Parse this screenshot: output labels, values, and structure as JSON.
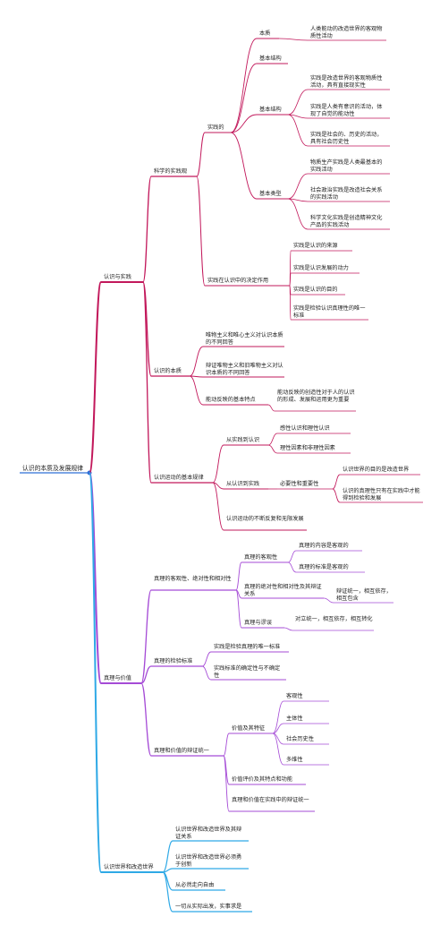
{
  "colors": {
    "red": "#c2185b",
    "purple": "#a54bd6",
    "blue": "#2fa9e6",
    "root": "#2f6fd6"
  },
  "root": "认识的本质及发展规律",
  "b1": {
    "label": "认识与实践",
    "c1": {
      "label": "科学的实践观",
      "d1": {
        "label": "实践的",
        "e1": {
          "label": "本质",
          "note": "人类能动的改造世界的客观物质性活动"
        },
        "e2": {
          "label": "基本结构"
        },
        "e3": {
          "label": "基本结构",
          "items": [
            "实践是改造世界的客观物质性活动，具有直接现实性",
            "实践是人类有意识的活动，体现了自觉的能动性",
            "实践是社会的、历史的活动，具有社会历史性"
          ]
        },
        "e4": {
          "label": "基本类型",
          "items": [
            "物质生产实践是人类最基本的实践活动",
            "社会政治实践是改造社会关系的实践活动",
            "科学文化实践是创造精神文化产品的实践活动"
          ]
        }
      },
      "d2": {
        "label": "实践在认识中的决定作用",
        "items": [
          "实践是认识的来源",
          "实践是认识发展的动力",
          "实践是认识的目的",
          "实践是检验认识真理性的唯一标准"
        ]
      }
    },
    "c2": {
      "label": "认识的本质",
      "items": [
        "唯物主义和唯心主义对认识本质的不同回答",
        "辩证唯物主义和旧唯物主义对认识本质的不同回答"
      ],
      "d3": {
        "label": "能动反映的基本特点",
        "note": "能动反映的创造性对于人的认识的形成、发展和运用更为重要"
      }
    },
    "c3": {
      "label": "认识运动的基本规律",
      "d4": {
        "label": "从实践到认识",
        "items": [
          "感性认识和理性认识",
          "理性因素和非理性因素"
        ]
      },
      "d5": {
        "label": "从认识到实践",
        "e5": {
          "label": "必要性和重要性",
          "items": [
            "认识世界的目的是改造世界",
            "认识的真理性只有在实践中才能得到检验和发展"
          ]
        }
      },
      "d6": {
        "label": "认识运动的不断反复和无限发展"
      }
    }
  },
  "b2": {
    "label": "真理与价值",
    "c4": {
      "label": "真理的客观性、绝对性和相对性",
      "d7": {
        "label": "真理的客观性",
        "items": [
          "真理的内容是客观的",
          "真理的标准是客观的"
        ]
      },
      "d8": {
        "label": "真理的绝对性和相对性及其辩证关系",
        "note": "辩证统一，相互依存，相互包含"
      },
      "d9": {
        "label": "真理与谬误",
        "note": "对立统一，相互依存，相互转化"
      }
    },
    "c5": {
      "label": "真理的检验标准",
      "items": [
        "实践是检验真理的唯一标准",
        "实践标准的确定性与不确定性"
      ]
    },
    "c6": {
      "label": "真理和价值的辩证统一",
      "d10": {
        "label": "价值及其特征",
        "items": [
          "客观性",
          "主体性",
          "社会历史性",
          "多维性"
        ]
      },
      "d11": {
        "label": "价值评价及其特点和功能"
      },
      "d12": {
        "label": "真理和价值在实践中的辩证统一"
      }
    }
  },
  "b3": {
    "label": "认识世界和改造世界",
    "items": [
      "认识世界和改造世界及其辩证关系",
      "认识世界和改造世界必须勇于创新",
      "从必然走向自由",
      "一切从实际出发，实事求是"
    ]
  }
}
